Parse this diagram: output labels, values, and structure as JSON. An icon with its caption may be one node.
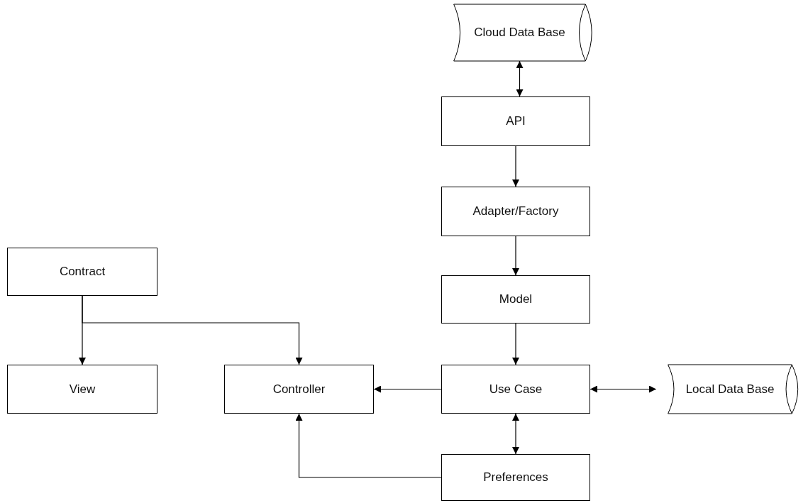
{
  "diagram": {
    "nodes": [
      {
        "text": [
          "Cloud Data Base"
        ]
      },
      {
        "text": [
          "API"
        ]
      },
      {
        "text": [
          "Adapter/Factory"
        ]
      },
      {
        "text": [
          "Model"
        ]
      },
      {
        "text": [
          "Use Case"
        ]
      },
      {
        "text": [
          "Local Data Base"
        ]
      },
      {
        "text": [
          "Preferences"
        ]
      },
      {
        "text": [
          "Contract"
        ]
      },
      {
        "text": [
          "View"
        ]
      },
      {
        "text": [
          "Controller"
        ]
      }
    ],
    "edges": [
      {
        "from": 0,
        "to": 1,
        "arrow": "both"
      },
      {
        "from": 1,
        "to": 2,
        "arrow": "to"
      },
      {
        "from": 2,
        "to": 3,
        "arrow": "to"
      },
      {
        "from": 3,
        "to": 4,
        "arrow": "to"
      },
      {
        "from": 4,
        "to": 9,
        "arrow": "to"
      },
      {
        "from": 4,
        "to": 5,
        "arrow": "both"
      },
      {
        "from": 4,
        "to": 6,
        "arrow": "both"
      },
      {
        "from": 6,
        "to": 9,
        "arrow": "to"
      },
      {
        "from": 7,
        "to": 8,
        "arrow": "to"
      },
      {
        "from": 7,
        "to": 9,
        "arrow": "to"
      }
    ]
  }
}
